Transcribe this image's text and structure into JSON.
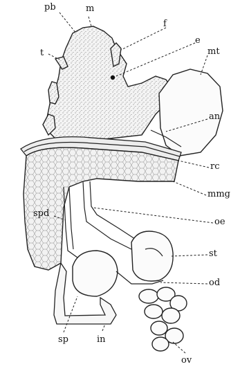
{
  "figure": {
    "labels": {
      "pb": "pb",
      "m": "m",
      "f": "f",
      "t": "t",
      "e": "e",
      "mt": "mt",
      "an": "an",
      "rc": "rc",
      "mmg": "mmg",
      "spd": "spd",
      "oe": "oe",
      "st": "st",
      "od": "od",
      "sp": "sp",
      "in": "in",
      "ov": "ov"
    }
  }
}
